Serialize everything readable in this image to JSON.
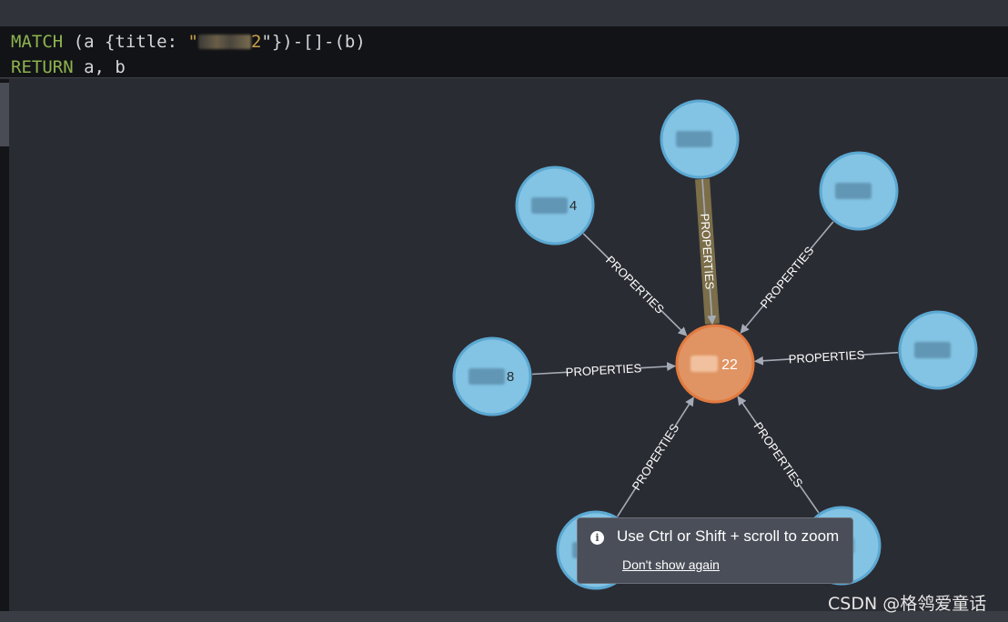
{
  "query": {
    "line1": {
      "kw": "MATCH",
      "pre": " (a {title: ",
      "quote_open": "\"",
      "visible_suffix": "2",
      "post": "\"})-[]-(b)"
    },
    "line2": {
      "kw": "RETURN",
      "rest": " a, b"
    }
  },
  "graph": {
    "center_node": {
      "label": "22",
      "color": "#e09463",
      "stroke": "#e27a3f"
    },
    "outer_node_color": "#83c3e3",
    "outer_node_stroke": "#5ba8d2",
    "outer_nodes": [
      {
        "id": "n-top",
        "label": ""
      },
      {
        "id": "n-upper-left",
        "label": "4"
      },
      {
        "id": "n-upper-right",
        "label": ""
      },
      {
        "id": "n-left",
        "label": "8"
      },
      {
        "id": "n-right",
        "label": ""
      },
      {
        "id": "n-lower-left",
        "label": ""
      },
      {
        "id": "n-lower-right",
        "label": ""
      }
    ],
    "relationships": [
      {
        "from": "n-top",
        "label": "PROPERTIES",
        "highlighted": true
      },
      {
        "from": "n-upper-left",
        "label": "PROPERTIES"
      },
      {
        "from": "n-upper-right",
        "label": "PROPERTIES"
      },
      {
        "from": "n-left",
        "label": "PROPERTIES"
      },
      {
        "from": "n-right",
        "label": "PROPERTIES"
      },
      {
        "from": "n-lower-left",
        "label": "PROPERTIES"
      },
      {
        "from": "n-lower-right",
        "label": "PROPERTIES"
      }
    ],
    "edge_color": "#a5abb6",
    "highlight_color": "#8a7a4e"
  },
  "toast": {
    "message": "Use Ctrl or Shift + scroll to zoom",
    "link": "Don't show again"
  },
  "watermark": "CSDN @格鸰爱童话"
}
